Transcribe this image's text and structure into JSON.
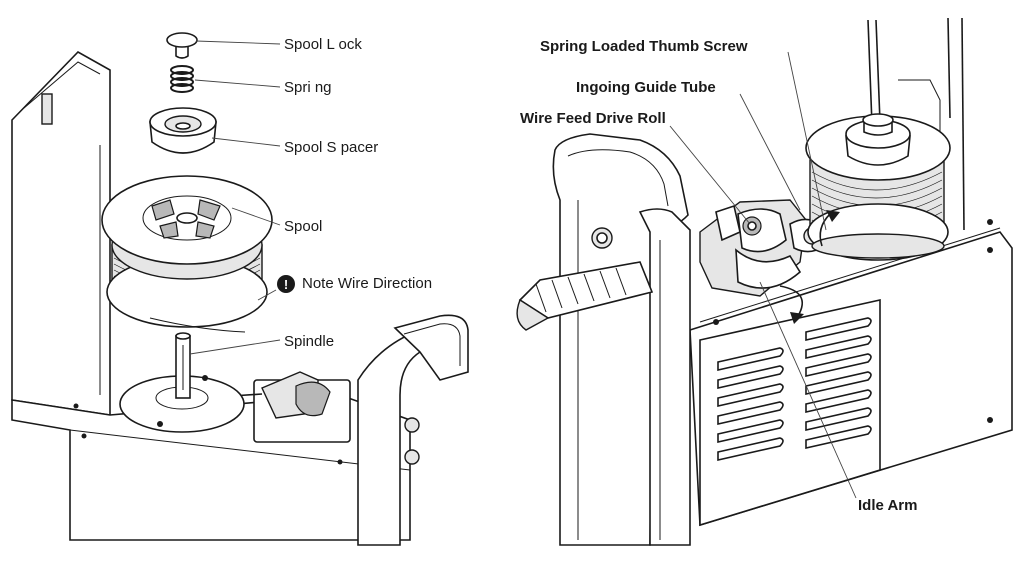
{
  "left_diagram": {
    "labels": {
      "spool_lock": "Spool L ock",
      "spring": "Spri ng",
      "spool_spacer": "Spool S pacer",
      "spool": "Spool",
      "note_wire_direction": "Note Wire Direction",
      "spindle": "Spindle"
    },
    "note_icon_symbol": "!"
  },
  "right_diagram": {
    "labels": {
      "spring_loaded_thumb_screw": "Spring Loaded Thumb Screw",
      "ingoing_guide_tube": "Ingoing Guide Tube",
      "wire_feed_drive_roll": "Wire Feed Drive Roll",
      "idle_arm": "Idle Arm"
    }
  }
}
